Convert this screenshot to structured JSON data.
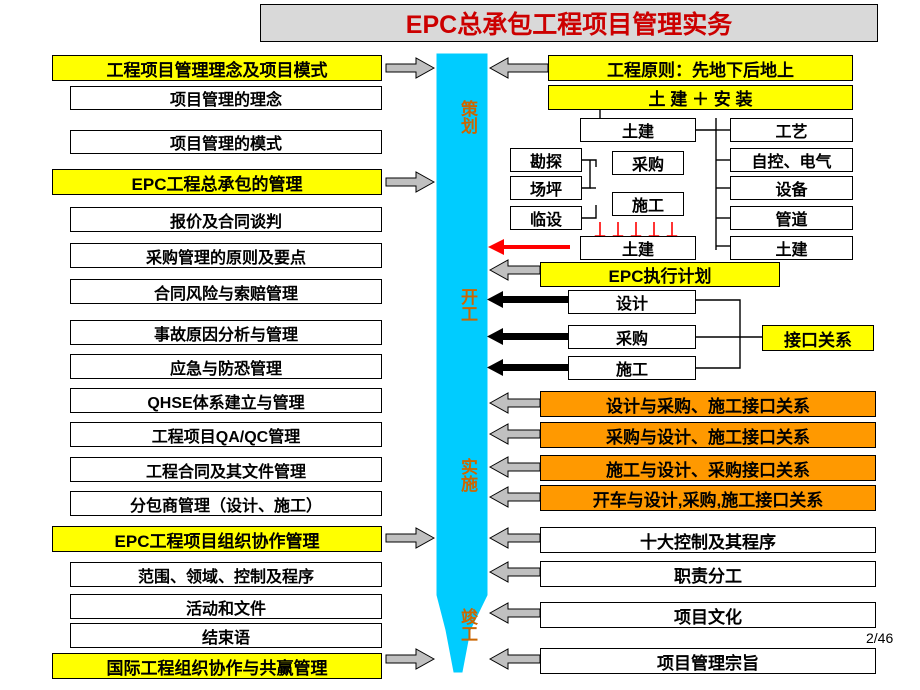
{
  "title": "EPC总承包工程项目管理实务",
  "page_number": "2/46",
  "colors": {
    "title_text": "#cc0000",
    "highlight_yellow": "#ffff00",
    "highlight_orange": "#ff9900",
    "funnel": "#00ccff",
    "arrow_gray": "#c0c0c0",
    "arrow_black": "#000000",
    "arrow_red": "#ff0000",
    "stage_label": "#cc6600"
  },
  "left_column": [
    {
      "label": "工程项目管理理念及项目模式",
      "style": "yellow"
    },
    {
      "label": "项目管理的理念",
      "style": "plain"
    },
    {
      "label": "项目管理的模式",
      "style": "plain"
    },
    {
      "label": "EPC工程总承包的管理",
      "style": "yellow"
    },
    {
      "label": "报价及合同谈判",
      "style": "plain"
    },
    {
      "label": "采购管理的原则及要点",
      "style": "plain"
    },
    {
      "label": "合同风险与索赔管理",
      "style": "plain"
    },
    {
      "label": "事故原因分析与管理",
      "style": "plain"
    },
    {
      "label": "应急与防恐管理",
      "style": "plain"
    },
    {
      "label": "QHSE体系建立与管理",
      "style": "plain"
    },
    {
      "label": "工程项目QA/QC管理",
      "style": "plain"
    },
    {
      "label": "工程合同及其文件管理",
      "style": "plain"
    },
    {
      "label": "分包商管理（设计、施工）",
      "style": "plain"
    },
    {
      "label": "EPC工程项目组织协作管理",
      "style": "yellow"
    },
    {
      "label": "范围、领域、控制及程序",
      "style": "plain"
    },
    {
      "label": "活动和文件",
      "style": "plain"
    },
    {
      "label": "结束语",
      "style": "plain"
    },
    {
      "label": "国际工程组织协作与共赢管理",
      "style": "yellow"
    }
  ],
  "funnel_stages": [
    {
      "label": "策划"
    },
    {
      "label": "开工"
    },
    {
      "label": "实施"
    },
    {
      "label": "竣工"
    }
  ],
  "right_top": {
    "principle": "工程原则：先地下后地上",
    "combo": "土  建   ＋   安  装",
    "civil": "土建",
    "survey": "勘探",
    "site": "场坪",
    "temp": "临设",
    "procure": "采购",
    "construct": "施工",
    "civil2": "土建",
    "process": "工艺",
    "control": "自控、电气",
    "equipment": "设备",
    "pipeline": "管道",
    "civil3": "土建"
  },
  "right_mid": {
    "epc_plan": "EPC执行计划",
    "design": "设计",
    "procure": "采购",
    "construct": "施工",
    "interface": "接口关系"
  },
  "right_orange": [
    "设计与采购、施工接口关系",
    "采购与设计、施工接口关系",
    "施工与设计、采购接口关系",
    "开车与设计,采购,施工接口关系"
  ],
  "right_bottom": [
    "十大控制及其程序",
    "职责分工",
    "项目文化",
    "项目管理宗旨"
  ]
}
